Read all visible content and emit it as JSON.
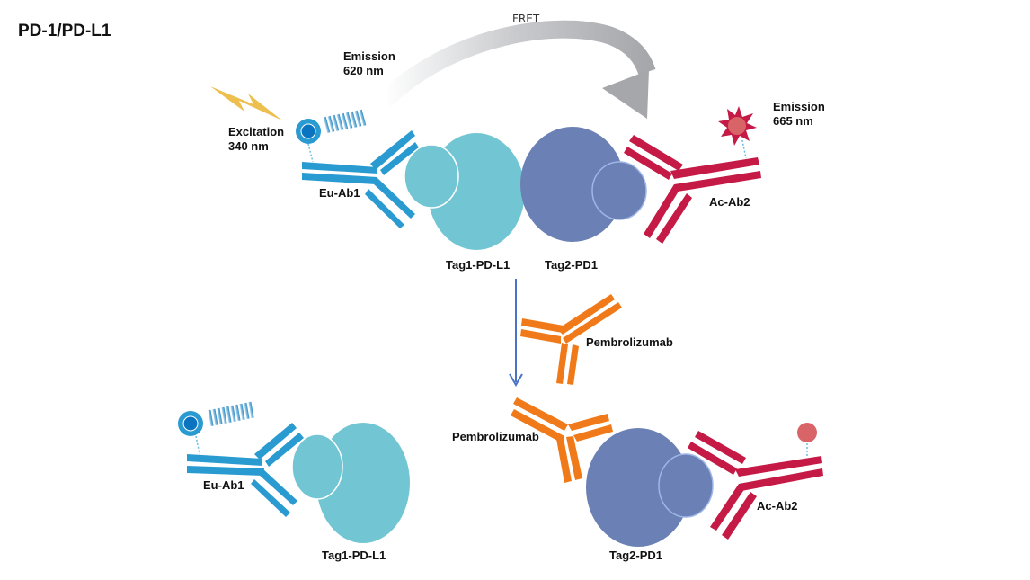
{
  "title": "PD-1/PD-L1",
  "colors": {
    "eu_antibody": "#2a9bd1",
    "eu_donor_outer": "#2a9bd1",
    "eu_donor_inner": "#0b74c0",
    "pdl1": "#72c6d3",
    "pd1": "#6b80b4",
    "ac_antibody": "#c41a45",
    "ac_acceptor": "#d96468",
    "pembrolizumab": "#f07a19",
    "lightning": "#ecbf4f",
    "fret_arrow": "#a6a7ab",
    "flow_arrow": "#4a73c6"
  },
  "top": {
    "fret_label": "FRET",
    "excitation": [
      "Excitation",
      "340 nm"
    ],
    "emission_donor": [
      "Emission",
      "620 nm"
    ],
    "emission_acceptor": [
      "Emission",
      "665 nm"
    ],
    "eu_ab1": "Eu-Ab1",
    "ac_ab2": "Ac-Ab2",
    "tag1_pdl1": "Tag1-PD-L1",
    "tag2_pd1": "Tag2-PD1"
  },
  "middle": {
    "pembrolizumab": "Pembrolizumab"
  },
  "bottom": {
    "eu_ab1": "Eu-Ab1",
    "tag1_pdl1": "Tag1-PD-L1",
    "pembrolizumab": "Pembrolizumab",
    "tag2_pd1": "Tag2-PD1",
    "ac_ab2": "Ac-Ab2"
  }
}
